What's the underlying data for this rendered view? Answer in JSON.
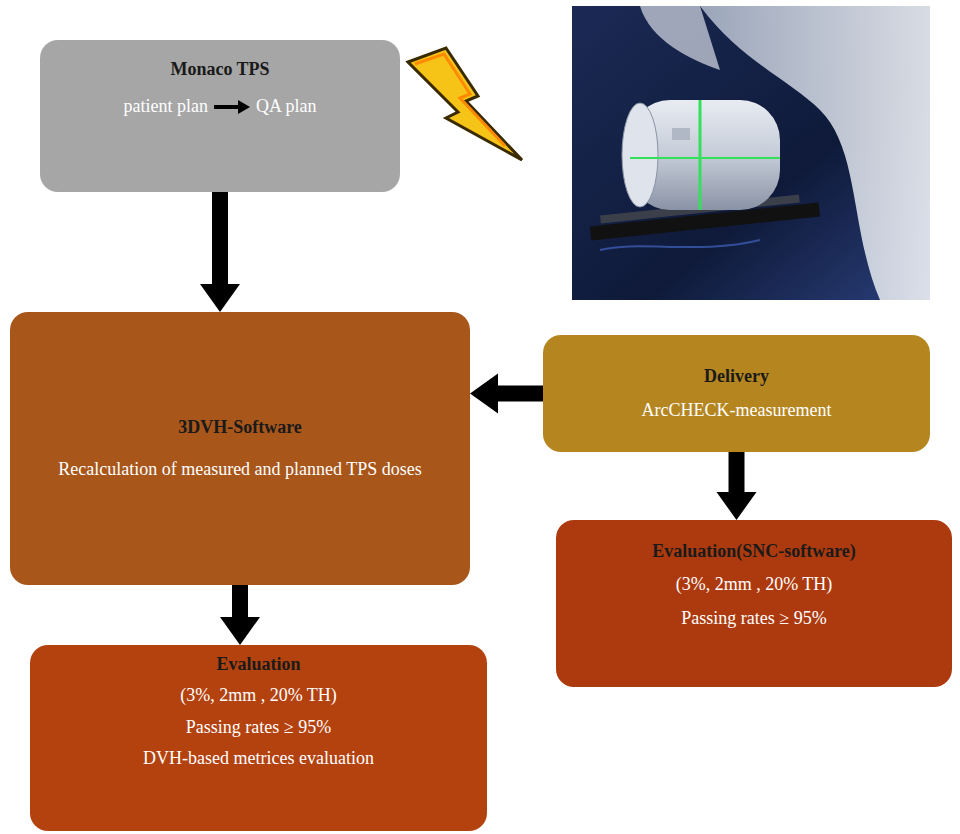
{
  "diagram": {
    "nodes": [
      {
        "text": [
          "Monaco TPS",
          "patient plan",
          "QA plan"
        ]
      },
      {
        "text": [
          "3DVH-Software",
          "Recalculation of measured and planned TPS doses"
        ]
      },
      {
        "text": [
          "Delivery",
          "ArcCHECK-measurement"
        ]
      },
      {
        "text": [
          "Evaluation",
          "(3%, 2mm , 20% TH)",
          "Passing rates ≥ 95%",
          "DVH-based metrices evaluation"
        ]
      },
      {
        "text": [
          "Evaluation(SNC-software)",
          "(3%, 2mm , 20% TH)",
          "Passing rates ≥ 95%"
        ]
      }
    ],
    "edges": [
      {
        "from": 0,
        "to": 1,
        "arrow": "to"
      },
      {
        "from": 2,
        "to": 1,
        "arrow": "to"
      },
      {
        "from": 1,
        "to": 3,
        "arrow": "to"
      },
      {
        "from": 2,
        "to": 4,
        "arrow": "to"
      }
    ]
  }
}
